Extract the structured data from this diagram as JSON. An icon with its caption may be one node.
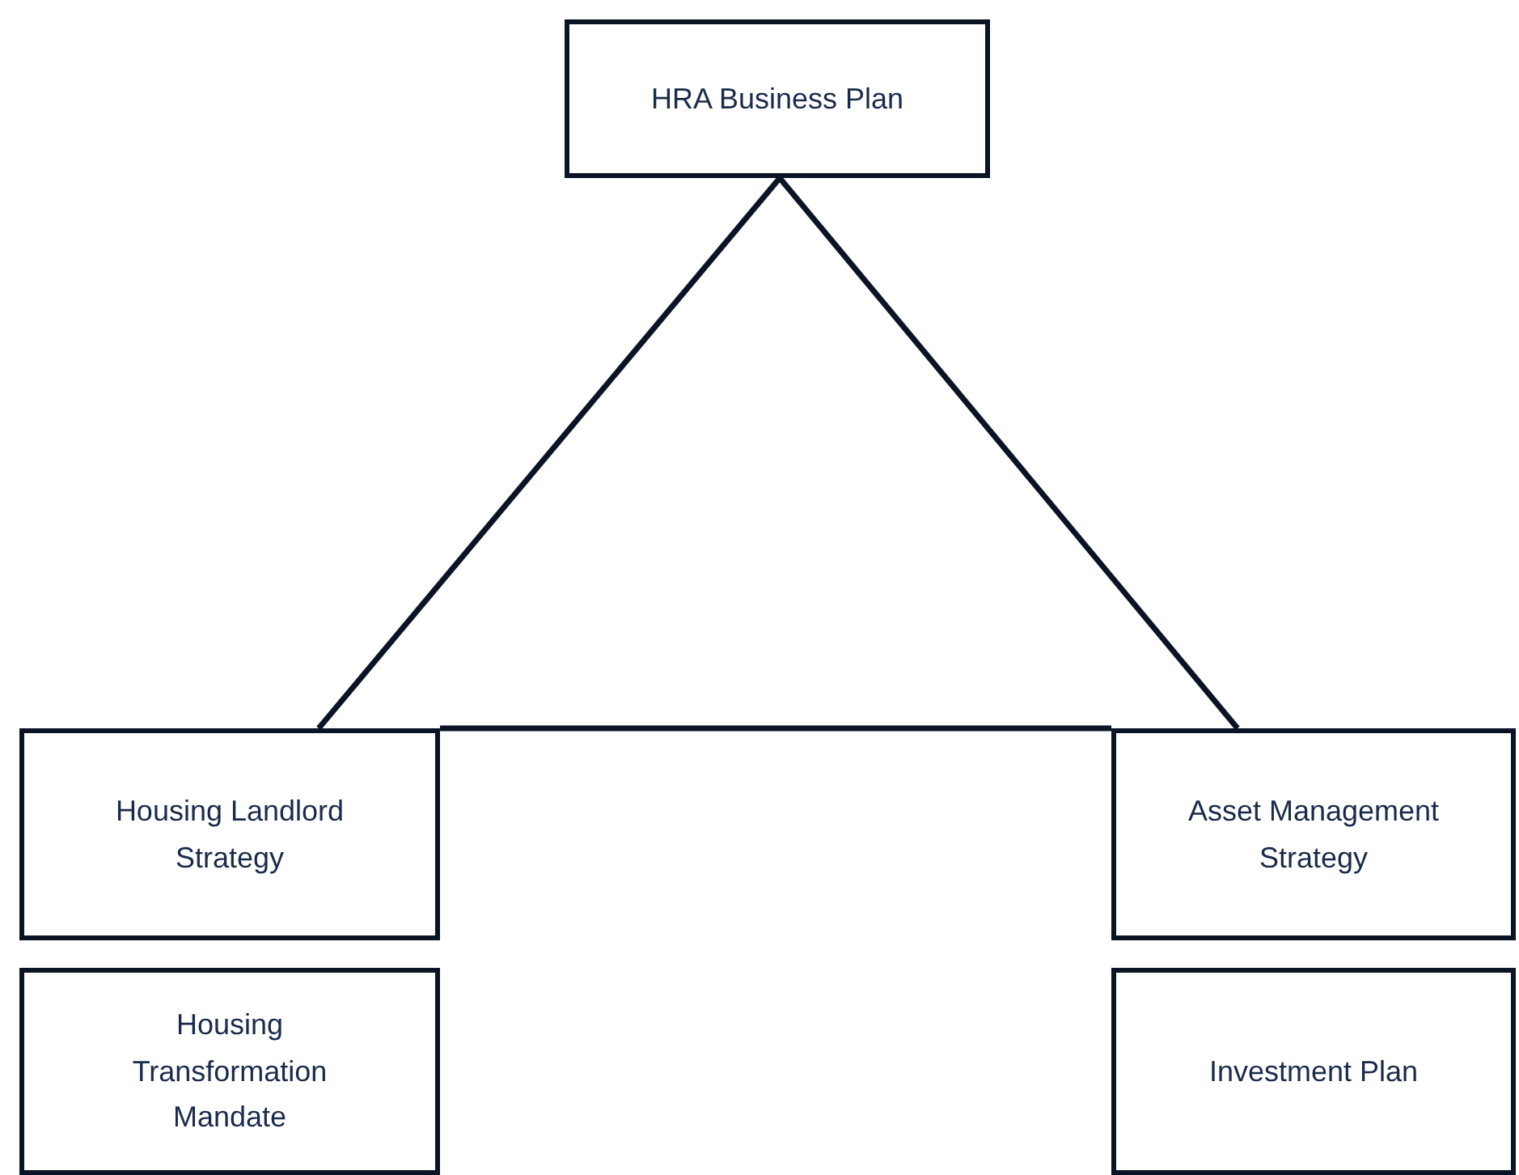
{
  "diagram": {
    "nodes": [
      {
        "text": [
          "HRA Business Plan"
        ]
      },
      {
        "text": [
          "Housing Landlord Strategy"
        ]
      },
      {
        "text": [
          "Housing Transformation Mandate"
        ]
      },
      {
        "text": [
          "Asset Management Strategy"
        ]
      },
      {
        "text": [
          "Investment Plan"
        ]
      }
    ],
    "edges": [
      {
        "from": 0,
        "to": 1,
        "arrow": "none"
      },
      {
        "from": 0,
        "to": 3,
        "arrow": "none"
      },
      {
        "from": 1,
        "to": 3,
        "arrow": "none"
      }
    ]
  }
}
